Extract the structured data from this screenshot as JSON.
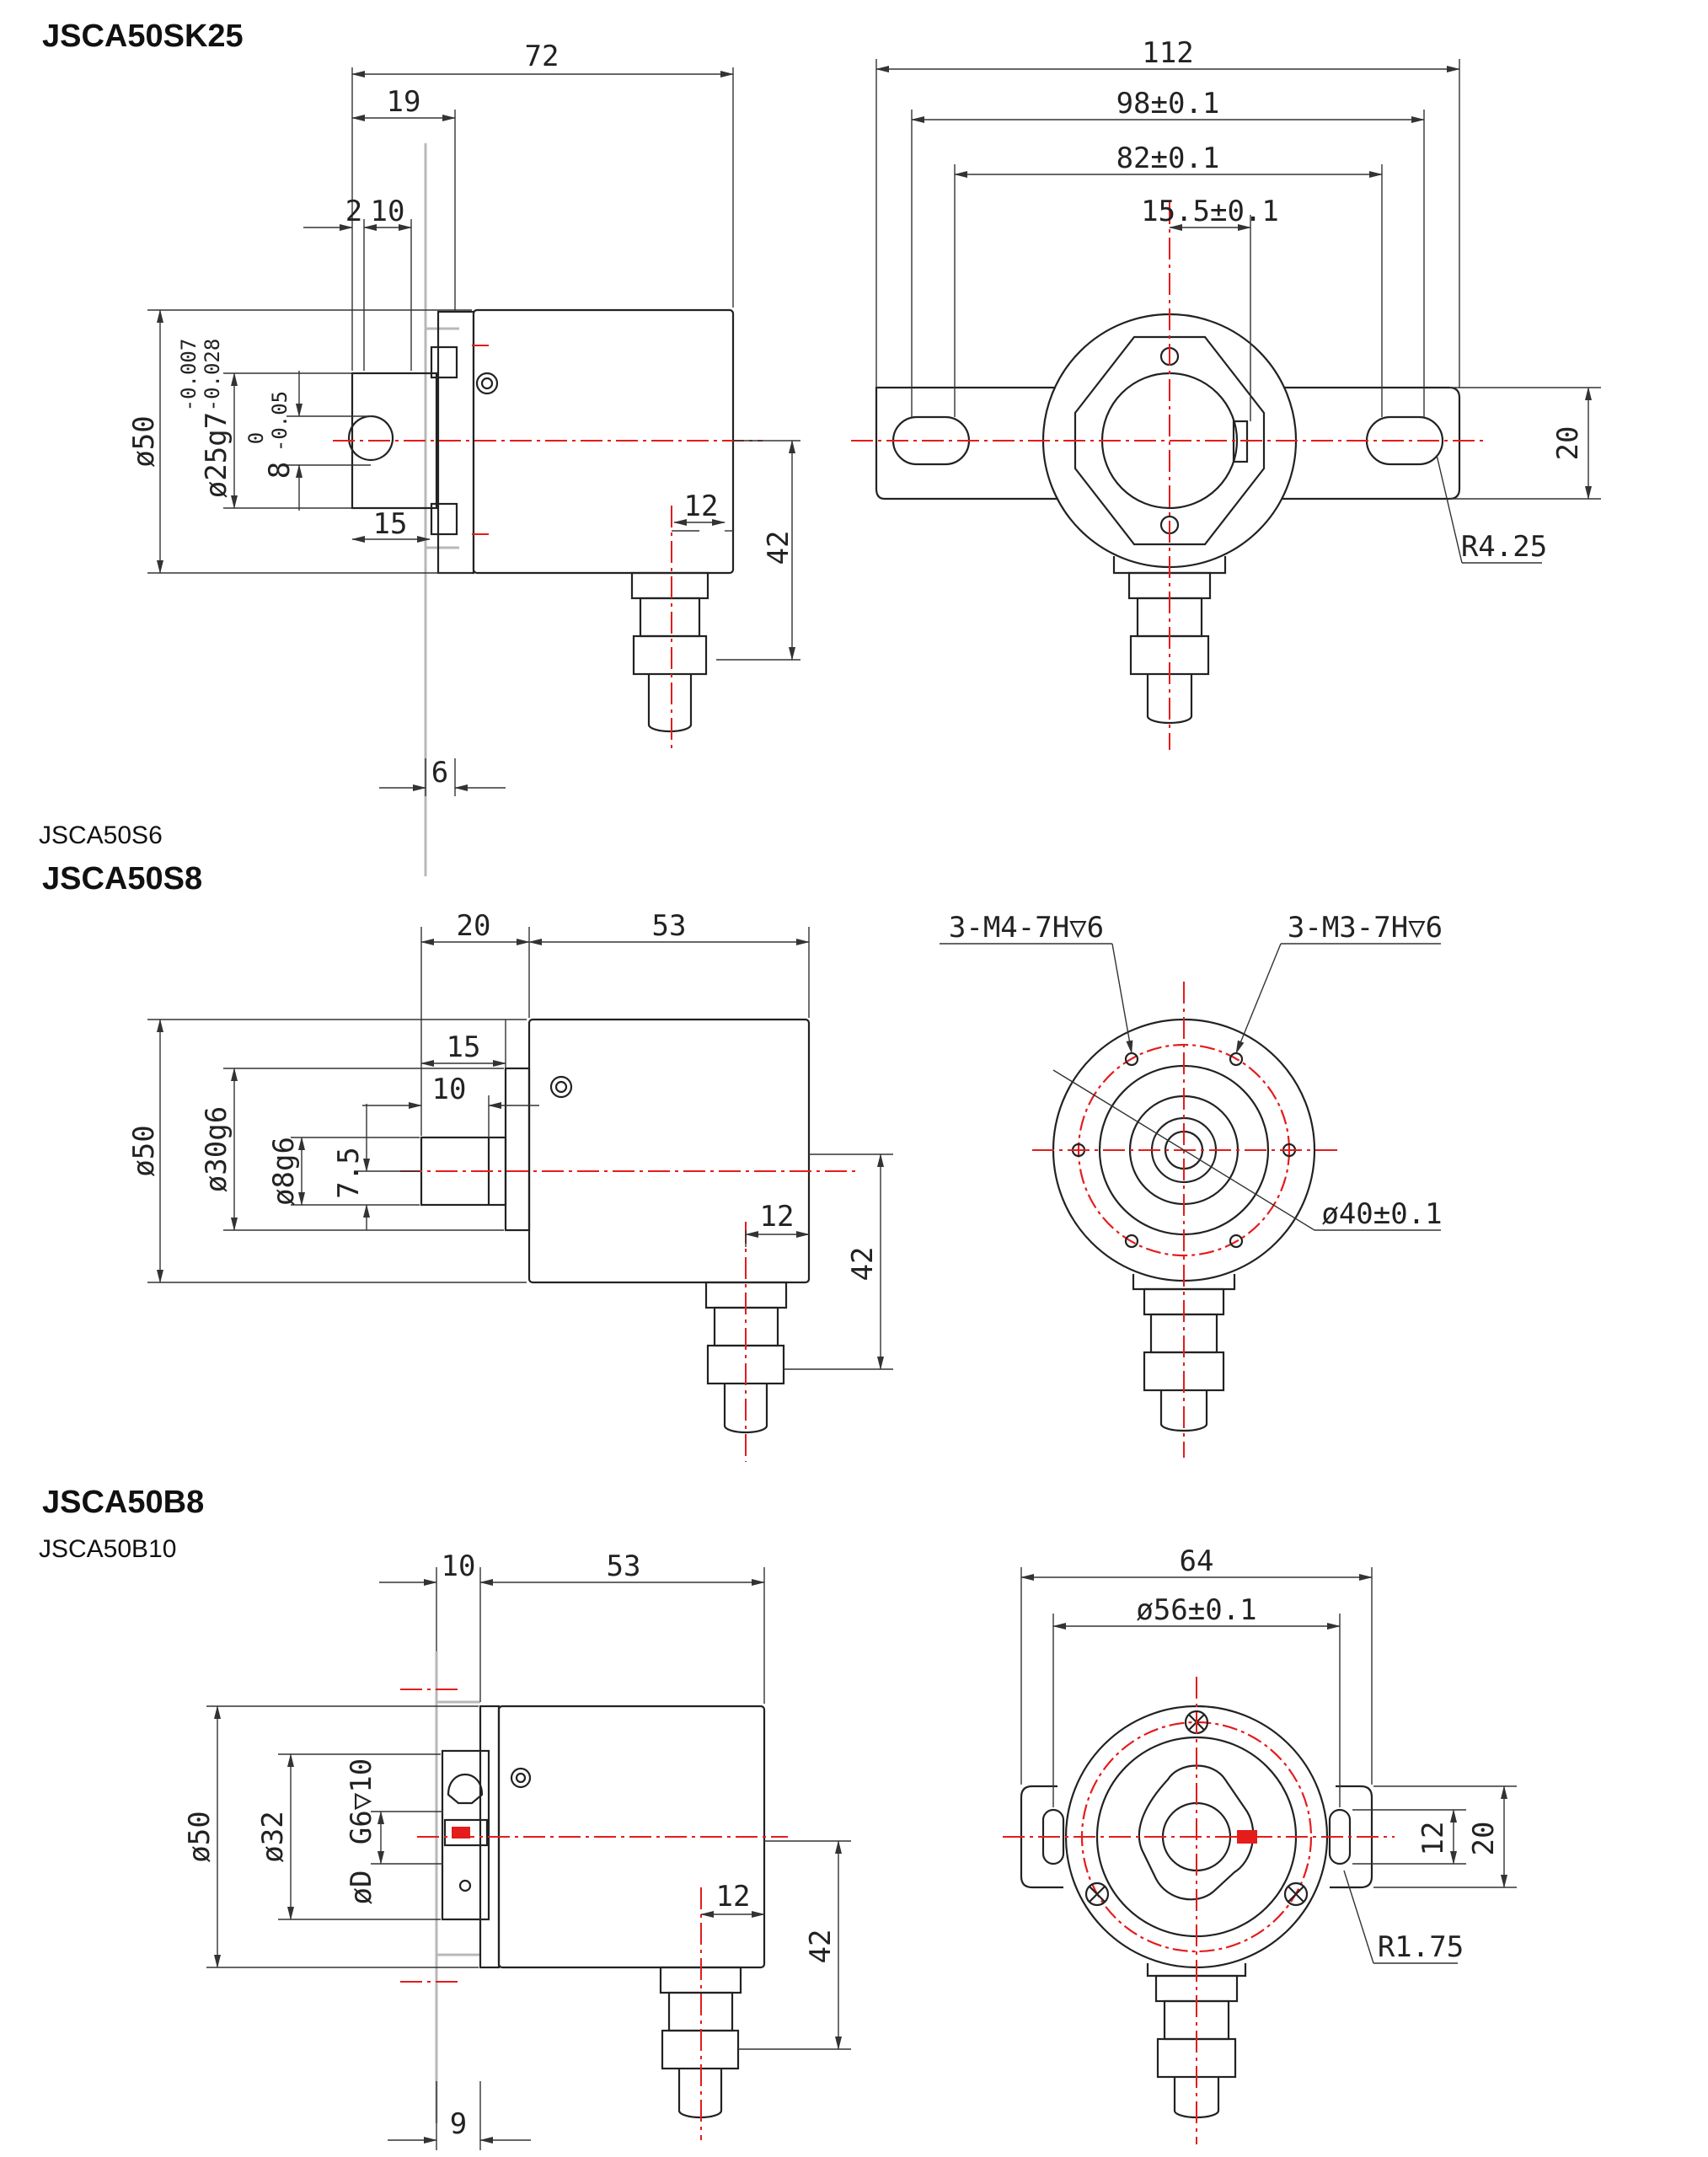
{
  "sections": [
    {
      "titles": [
        "JSCA50SK25"
      ],
      "side_dims": [
        "72",
        "19",
        "2",
        "10",
        "ø50",
        "ø25g7",
        "-0.007",
        "-0.028",
        "8",
        "0",
        "-0.05",
        "15",
        "12",
        "42",
        "6"
      ],
      "front_dims": [
        "112",
        "98±0.1",
        "82±0.1",
        "15.5±0.1",
        "20",
        "R4.25"
      ]
    },
    {
      "titles": [
        "JSCA50S6",
        "JSCA50S8"
      ],
      "side_dims": [
        "20",
        "53",
        "15",
        "10",
        "ø50",
        "ø30g6",
        "ø8g6",
        "7.5",
        "12",
        "42"
      ],
      "front_dims": [
        "3-M4-7H▽6",
        "3-M3-7H▽6",
        "ø40±0.1"
      ]
    },
    {
      "titles": [
        "JSCA50B8",
        "JSCA50B10"
      ],
      "side_dims": [
        "10",
        "53",
        "ø50",
        "ø32",
        "øD",
        "G6▽10",
        "12",
        "42",
        "9"
      ],
      "front_dims": [
        "64",
        "ø56±0.1",
        "12",
        "20",
        "R1.75"
      ]
    }
  ]
}
